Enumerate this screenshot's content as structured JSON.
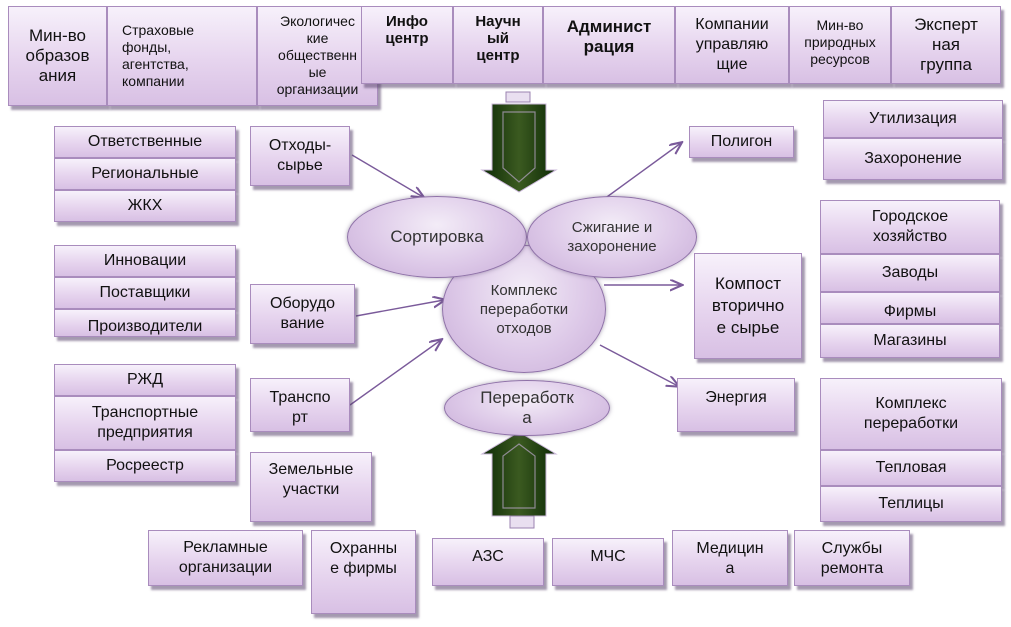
{
  "top_row": {
    "min_obr": "Мин-во\nобразов\nания",
    "strah": "Страховые\nфонды,\nагентства,\nкомпании",
    "eco": "Экологичес\nкие\nобщественн\nые\nорганизации",
    "info": "Инфо\nцентр",
    "nauch": "Научн\nый\nцентр",
    "admin": "Админист\nрация",
    "kompanii": "Компании\nуправляю\nщие",
    "min_prir": "Мин-во\nприродных\nресурсов",
    "expert": "Эксперт\nная\nгруппа"
  },
  "left_groups": {
    "g1": [
      "Ответственные",
      "Региональные",
      "ЖКХ"
    ],
    "g2": [
      "Инновации",
      "Поставщики",
      "Производители"
    ],
    "g3": [
      "РЖД",
      "Транспортные\nпредприятия",
      "Росреестр"
    ]
  },
  "mid_left": {
    "othody": "Отходы-\nсырье",
    "oborud": "Оборудо\nвание",
    "transport": "Транспо\nрт",
    "zemel": "Земельные\nучастки"
  },
  "center": {
    "sortirovka": "Сортировка",
    "szhiganie": "Сжигание и\nзахоронение",
    "kompleks": "Комплекс\nпереработки\nотходов",
    "pererabotka": "Переработк\nа"
  },
  "right_outputs": {
    "poligon": "Полигон",
    "kompost": "Компост\nвторично\nе сырье",
    "energiya": "Энергия"
  },
  "right_groups": {
    "g1": [
      "Утилизация",
      "Захоронение"
    ],
    "g2": [
      "Городское\nхозяйство",
      "Заводы",
      "Фирмы",
      "Магазины"
    ],
    "g3": [
      "Комплекс\nпереработки",
      "Тепловая",
      "Теплицы"
    ]
  },
  "bottom_row": {
    "reklama": "Рекламные\nорганизации",
    "ohrana": "Охранны\nе фирмы",
    "azs": "АЗС",
    "mchs": "МЧС",
    "medic": "Медицин\nа",
    "sluzhby": "Службы\nремонта"
  },
  "colors": {
    "box_fill": "#e6d4ee",
    "box_border": "#a98cbd",
    "arrow_dark": "#1c3a10",
    "line": "#7a5a9a"
  }
}
